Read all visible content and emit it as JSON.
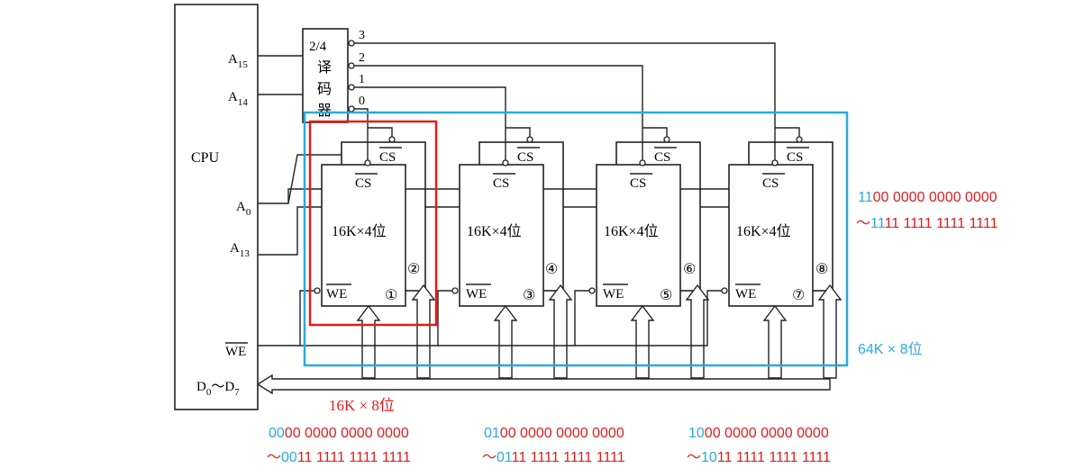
{
  "cpu": {
    "label": "CPU",
    "pins": {
      "a15_main": "A",
      "a15_sub": "15",
      "a14_main": "A",
      "a14_sub": "14",
      "a0_main": "A",
      "a0_sub": "0",
      "a13_main": "A",
      "a13_sub": "13",
      "we": "WE",
      "data_main": "D",
      "data_sub0": "0",
      "data_tilde": "～",
      "data_main2": "D",
      "data_sub7": "7"
    }
  },
  "decoder": {
    "line1": "2/4",
    "line2": "译",
    "line3": "码",
    "line4": "器",
    "outputs": [
      "0",
      "1",
      "2",
      "3"
    ]
  },
  "chips": [
    {
      "label": "16K×4位",
      "cs": "CS",
      "we": "WE",
      "num_low": "①",
      "num_high": "②"
    },
    {
      "label": "16K×4位",
      "cs": "CS",
      "we": "WE",
      "num_low": "③",
      "num_high": "④"
    },
    {
      "label": "16K×4位",
      "cs": "CS",
      "we": "WE",
      "num_low": "⑤",
      "num_high": "⑥"
    },
    {
      "label": "16K×4位",
      "cs": "CS",
      "we": "WE",
      "num_low": "⑦",
      "num_high": "⑧"
    }
  ],
  "annotations": {
    "group_label": "16K × 8位",
    "total_label": "64K × 8位",
    "addr_ranges": [
      {
        "start_prefix": "00",
        "start_rest": "00 0000 0000 0000",
        "end_tilde": "～",
        "end_prefix": "00",
        "end_rest": "11 1111 1111 1111"
      },
      {
        "start_prefix": "01",
        "start_rest": "00 0000 0000 0000",
        "end_tilde": "～",
        "end_prefix": "01",
        "end_rest": "11 1111 1111 1111"
      },
      {
        "start_prefix": "10",
        "start_rest": "00 0000 0000 0000",
        "end_tilde": "～",
        "end_prefix": "10",
        "end_rest": "11 1111 1111 1111"
      },
      {
        "start_prefix": "11",
        "start_rest": "00 0000 0000 0000",
        "end_tilde": "～",
        "end_prefix": "11",
        "end_rest": "11 1111 1111 1111"
      }
    ]
  },
  "colors": {
    "blue": "#29a9e0",
    "red": "#e41b1b",
    "line": "#222222"
  }
}
